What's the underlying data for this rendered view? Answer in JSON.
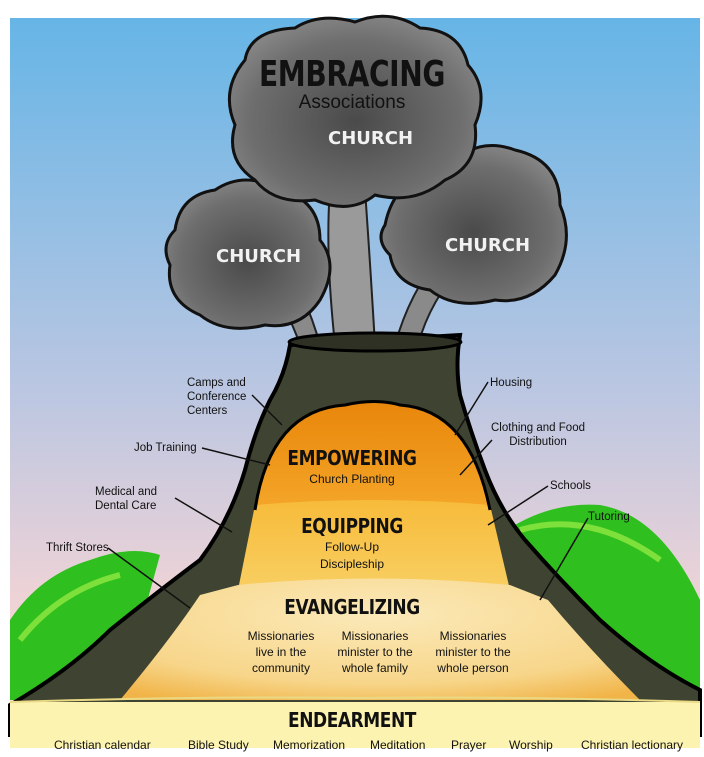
{
  "title": "EMBRACING",
  "subtitle": "Associations",
  "clouds": [
    "CHURCH",
    "CHURCH",
    "CHURCH"
  ],
  "levels": {
    "empowering": {
      "title": "EMPOWERING",
      "items": [
        "Church Planting"
      ]
    },
    "equipping": {
      "title": "EQUIPPING",
      "items": [
        "Follow-Up",
        "Discipleship"
      ]
    },
    "evangelizing": {
      "title": "EVANGELIZING",
      "columns": [
        [
          "Missionaries",
          "live in the",
          "community"
        ],
        [
          "Missionaries",
          "minister to the",
          "whole family"
        ],
        [
          "Missionaries",
          "minister to the",
          "whole person"
        ]
      ]
    },
    "endearment": {
      "title": "ENDEARMENT",
      "items": [
        "Christian calendar",
        "Bible Study",
        "Memorization",
        "Meditation",
        "Prayer",
        "Worship",
        "Christian lectionary"
      ]
    }
  },
  "left_labels": [
    [
      "Camps and",
      "Conference",
      "Centers"
    ],
    [
      "Job Training"
    ],
    [
      "Medical and",
      "Dental Care"
    ],
    [
      "Thrift Stores"
    ]
  ],
  "right_labels": [
    [
      "Housing"
    ],
    [
      "Clothing and Food",
      "Distribution"
    ],
    [
      "Schools"
    ],
    [
      "Tutoring"
    ]
  ],
  "colors": {
    "sky_top": "#69b7e6",
    "sky_bottom": "#f1d2d6",
    "rock": "#3f4331",
    "smoke": "#6e6e6e",
    "grass": "#2fbf1e",
    "empowering": "#ef9a12",
    "equipping": "#f7c24a",
    "evangelizing": "#f9dfa0",
    "endearment": "#fdf3b0"
  }
}
